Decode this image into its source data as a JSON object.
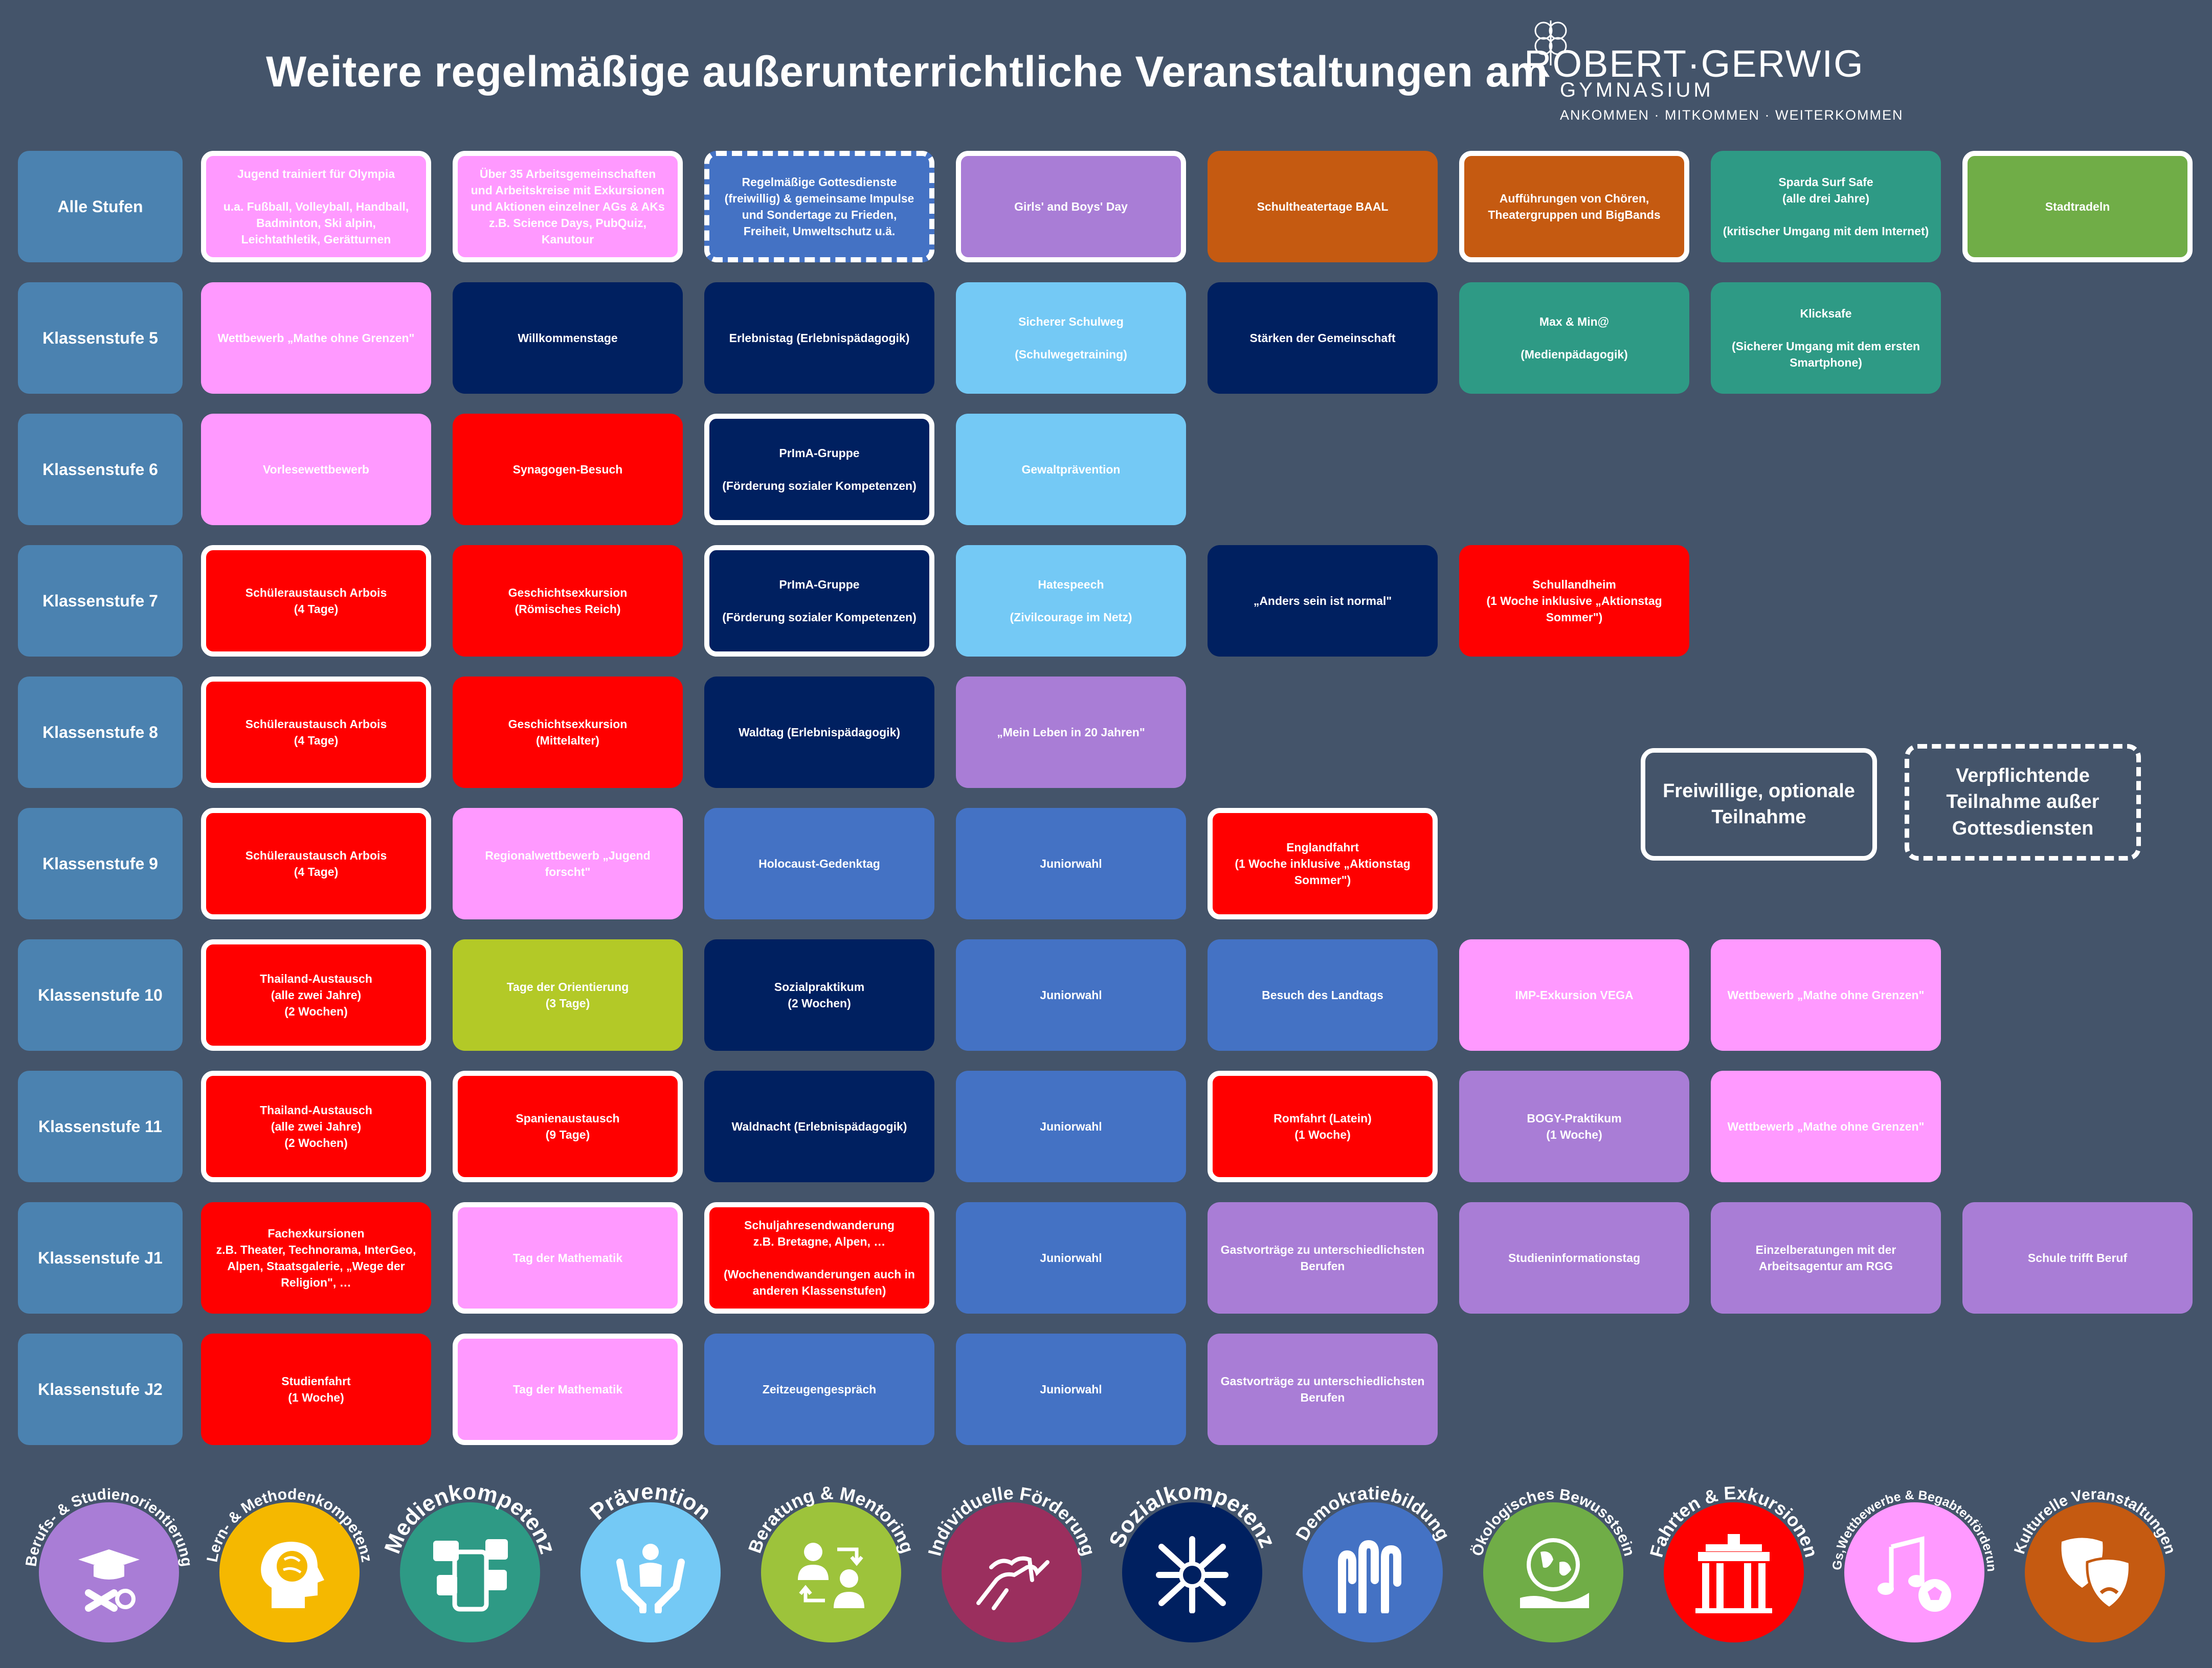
{
  "header": {
    "title": "Weitere regelmäßige außerunterrichtliche Veranstaltungen am"
  },
  "logo": {
    "wordmark": "ROBERT·GERWIG",
    "subtitle": "GYMNASIUM",
    "tagline": "ANKOMMEN · MITKOMMEN · WEITERKOMMEN"
  },
  "colors": {
    "background": "#44546a",
    "row_label": "#4b82b0",
    "pink": "#ff99ff",
    "red": "#ff0000",
    "navy": "#002060",
    "light_blue": "#74c9f5",
    "mid_blue": "#4472c4",
    "lavender": "#a97dd6",
    "orange": "#c55a11",
    "teal": "#2e9a85",
    "green": "#70ad47",
    "lime": "#b3c927"
  },
  "rows": [
    {
      "label": "Alle Stufen",
      "cells": [
        {
          "text": "Jugend trainiert für Olympia\n\nu.a. Fußball, Volleyball, Handball, Badminton, Ski alpin, Leichtathletik, Gerätturnen",
          "color": "#ff99ff",
          "border": "solid"
        },
        {
          "text": "Über 35 Arbeitsgemeinschaften und Arbeitskreise mit Exkursionen und Aktionen einzelner AGs & AKs\nz.B. Science Days, PubQuiz, Kanutour",
          "color": "#ff99ff",
          "border": "solid"
        },
        {
          "text": "Regelmäßige Gottesdienste (freiwillig) & gemeinsame Impulse und Sondertage zu Frieden, Freiheit, Umweltschutz u.ä.",
          "color": "#4472c4",
          "border": "dashed"
        },
        {
          "text": "Girls' and Boys' Day",
          "color": "#a97dd6",
          "border": "solid"
        },
        {
          "text": "Schultheatertage BAAL",
          "color": "#c55a11",
          "border": "none"
        },
        {
          "text": "Aufführungen von Chören, Theatergruppen und BigBands",
          "color": "#c55a11",
          "border": "solid"
        },
        {
          "text": "Sparda Surf Safe\n(alle drei Jahre)\n\n(kritischer Umgang mit dem Internet)",
          "color": "#2e9a85",
          "border": "none"
        },
        {
          "text": "Stadtradeln",
          "color": "#70ad47",
          "border": "solid"
        }
      ]
    },
    {
      "label": "Klassenstufe 5",
      "cells": [
        {
          "text": "Wettbewerb „Mathe ohne Grenzen\"",
          "color": "#ff99ff",
          "border": "none"
        },
        {
          "text": "Willkommenstage",
          "color": "#002060",
          "border": "none"
        },
        {
          "text": "Erlebnistag (Erlebnispädagogik)",
          "color": "#002060",
          "border": "none"
        },
        {
          "text": "Sicherer Schulweg\n\n(Schulwegetraining)",
          "color": "#74c9f5",
          "border": "none"
        },
        {
          "text": "Stärken der Gemeinschaft",
          "color": "#002060",
          "border": "none"
        },
        {
          "text": "Max & Min@\n\n(Medienpädagogik)",
          "color": "#2e9a85",
          "border": "none"
        },
        {
          "text": "Klicksafe\n\n(Sicherer Umgang mit dem ersten Smartphone)",
          "color": "#2e9a85",
          "border": "none"
        }
      ]
    },
    {
      "label": "Klassenstufe 6",
      "cells": [
        {
          "text": "Vorlesewettbewerb",
          "color": "#ff99ff",
          "border": "none"
        },
        {
          "text": "Synagogen-Besuch",
          "color": "#ff0000",
          "border": "none"
        },
        {
          "text": "PrImA-Gruppe\n\n(Förderung sozialer Kompetenzen)",
          "color": "#002060",
          "border": "solid"
        },
        {
          "text": "Gewaltprävention",
          "color": "#74c9f5",
          "border": "none"
        }
      ]
    },
    {
      "label": "Klassenstufe 7",
      "cells": [
        {
          "text": "Schüleraustausch Arbois\n(4 Tage)",
          "color": "#ff0000",
          "border": "solid"
        },
        {
          "text": "Geschichtsexkursion\n(Römisches Reich)",
          "color": "#ff0000",
          "border": "none"
        },
        {
          "text": "PrImA-Gruppe\n\n(Förderung sozialer Kompetenzen)",
          "color": "#002060",
          "border": "solid"
        },
        {
          "text": "Hatespeech\n\n(Zivilcourage im Netz)",
          "color": "#74c9f5",
          "border": "none"
        },
        {
          "text": "„Anders sein ist normal\"",
          "color": "#002060",
          "border": "none"
        },
        {
          "text": "Schullandheim\n(1 Woche inklusive „Aktionstag Sommer\")",
          "color": "#ff0000",
          "border": "none"
        }
      ]
    },
    {
      "label": "Klassenstufe 8",
      "cells": [
        {
          "text": "Schüleraustausch Arbois\n(4 Tage)",
          "color": "#ff0000",
          "border": "solid"
        },
        {
          "text": "Geschichtsexkursion\n(Mittelalter)",
          "color": "#ff0000",
          "border": "none"
        },
        {
          "text": "Waldtag (Erlebnispädagogik)",
          "color": "#002060",
          "border": "none"
        },
        {
          "text": "„Mein Leben in 20 Jahren\"",
          "color": "#a97dd6",
          "border": "none"
        }
      ]
    },
    {
      "label": "Klassenstufe 9",
      "cells": [
        {
          "text": "Schüleraustausch Arbois\n(4 Tage)",
          "color": "#ff0000",
          "border": "solid"
        },
        {
          "text": "Regionalwettbewerb „Jugend forscht\"",
          "color": "#ff99ff",
          "border": "none"
        },
        {
          "text": "Holocaust-Gedenktag",
          "color": "#4472c4",
          "border": "none"
        },
        {
          "text": "Juniorwahl",
          "color": "#4472c4",
          "border": "none"
        },
        {
          "text": "Englandfahrt\n(1 Woche inklusive „Aktionstag Sommer\")",
          "color": "#ff0000",
          "border": "solid"
        }
      ]
    },
    {
      "label": "Klassenstufe 10",
      "cells": [
        {
          "text": "Thailand-Austausch\n(alle zwei Jahre)\n(2 Wochen)",
          "color": "#ff0000",
          "border": "solid"
        },
        {
          "text": "Tage der Orientierung\n(3 Tage)",
          "color": "#b3c927",
          "border": "none"
        },
        {
          "text": "Sozialpraktikum\n(2 Wochen)",
          "color": "#002060",
          "border": "none"
        },
        {
          "text": "Juniorwahl",
          "color": "#4472c4",
          "border": "none"
        },
        {
          "text": "Besuch des Landtags",
          "color": "#4472c4",
          "border": "none"
        },
        {
          "text": "IMP-Exkursion VEGA",
          "color": "#ff99ff",
          "border": "none"
        },
        {
          "text": "Wettbewerb „Mathe ohne Grenzen\"",
          "color": "#ff99ff",
          "border": "none"
        }
      ]
    },
    {
      "label": "Klassenstufe 11",
      "cells": [
        {
          "text": "Thailand-Austausch\n(alle zwei Jahre)\n(2 Wochen)",
          "color": "#ff0000",
          "border": "solid"
        },
        {
          "text": "Spanienaustausch\n(9 Tage)",
          "color": "#ff0000",
          "border": "solid"
        },
        {
          "text": "Waldnacht (Erlebnispädagogik)",
          "color": "#002060",
          "border": "none"
        },
        {
          "text": "Juniorwahl",
          "color": "#4472c4",
          "border": "none"
        },
        {
          "text": "Romfahrt (Latein)\n(1 Woche)",
          "color": "#ff0000",
          "border": "solid"
        },
        {
          "text": "BOGY-Praktikum\n(1 Woche)",
          "color": "#a97dd6",
          "border": "none"
        },
        {
          "text": "Wettbewerb „Mathe ohne Grenzen\"",
          "color": "#ff99ff",
          "border": "none"
        }
      ]
    },
    {
      "label": "Klassenstufe J1",
      "cells": [
        {
          "text": "Fachexkursionen\nz.B. Theater, Technorama, InterGeo, Alpen, Staatsgalerie, „Wege der Religion\", …",
          "color": "#ff0000",
          "border": "none"
        },
        {
          "text": "Tag der Mathematik",
          "color": "#ff99ff",
          "border": "solid"
        },
        {
          "text": "Schuljahresendwanderung\nz.B. Bretagne, Alpen, …\n\n(Wochenendwanderungen auch in anderen Klassenstufen)",
          "color": "#ff0000",
          "border": "solid"
        },
        {
          "text": "Juniorwahl",
          "color": "#4472c4",
          "border": "none"
        },
        {
          "text": "Gastvorträge zu unterschiedlichsten Berufen",
          "color": "#a97dd6",
          "border": "none"
        },
        {
          "text": "Studieninformationstag",
          "color": "#a97dd6",
          "border": "none"
        },
        {
          "text": "Einzelberatungen mit der Arbeitsagentur am RGG",
          "color": "#a97dd6",
          "border": "none"
        },
        {
          "text": "Schule trifft Beruf",
          "color": "#a97dd6",
          "border": "none"
        }
      ]
    },
    {
      "label": "Klassenstufe J2",
      "cells": [
        {
          "text": "Studienfahrt\n(1 Woche)",
          "color": "#ff0000",
          "border": "none"
        },
        {
          "text": "Tag der Mathematik",
          "color": "#ff99ff",
          "border": "solid"
        },
        {
          "text": "Zeitzeugengespräch",
          "color": "#4472c4",
          "border": "none"
        },
        {
          "text": "Juniorwahl",
          "color": "#4472c4",
          "border": "none"
        },
        {
          "text": "Gastvorträge zu unterschiedlichsten Berufen",
          "color": "#a97dd6",
          "border": "none"
        }
      ]
    }
  ],
  "legend": [
    {
      "text": "Freiwillige, optionale\nTeilnahme",
      "border": "solid"
    },
    {
      "text": "Verpflichtende\nTeilnahme außer\nGottesdiensten",
      "border": "dashed"
    }
  ],
  "competencies": [
    {
      "label": "Berufs- & Studienorientierung",
      "color": "#a97dd6",
      "icon": "graduation-tools-icon"
    },
    {
      "label": "Lern- & Methodenkompetenz",
      "color": "#f5b800",
      "icon": "brain-head-icon"
    },
    {
      "label": "Medienkompetenz",
      "color": "#2e9a85",
      "icon": "social-media-phone-icon"
    },
    {
      "label": "Prävention",
      "color": "#74c9f5",
      "icon": "protecting-hands-icon"
    },
    {
      "label": "Beratung & Mentoring",
      "color": "#9dc33b",
      "icon": "mentoring-people-icon"
    },
    {
      "label": "Individuelle Förderung",
      "color": "#9b2f5e",
      "icon": "helping-hands-icon"
    },
    {
      "label": "Sozialkompetenz",
      "color": "#002060",
      "icon": "joined-hands-icon"
    },
    {
      "label": "Demokratiebildung",
      "color": "#4472c4",
      "icon": "raised-hands-icon"
    },
    {
      "label": "Ökologisches Bewusstsein",
      "color": "#70ad47",
      "icon": "globe-hand-icon"
    },
    {
      "label": "Fahrten & Exkursionen",
      "color": "#ff0000",
      "icon": "brandenburg-gate-icon"
    },
    {
      "label": "AGs,Wettbewerbe & Begabtenförderung",
      "color": "#ff99ff",
      "icon": "music-football-icon"
    },
    {
      "label": "Kulturelle Veranstaltungen",
      "color": "#c55a11",
      "icon": "theater-masks-icon"
    }
  ]
}
